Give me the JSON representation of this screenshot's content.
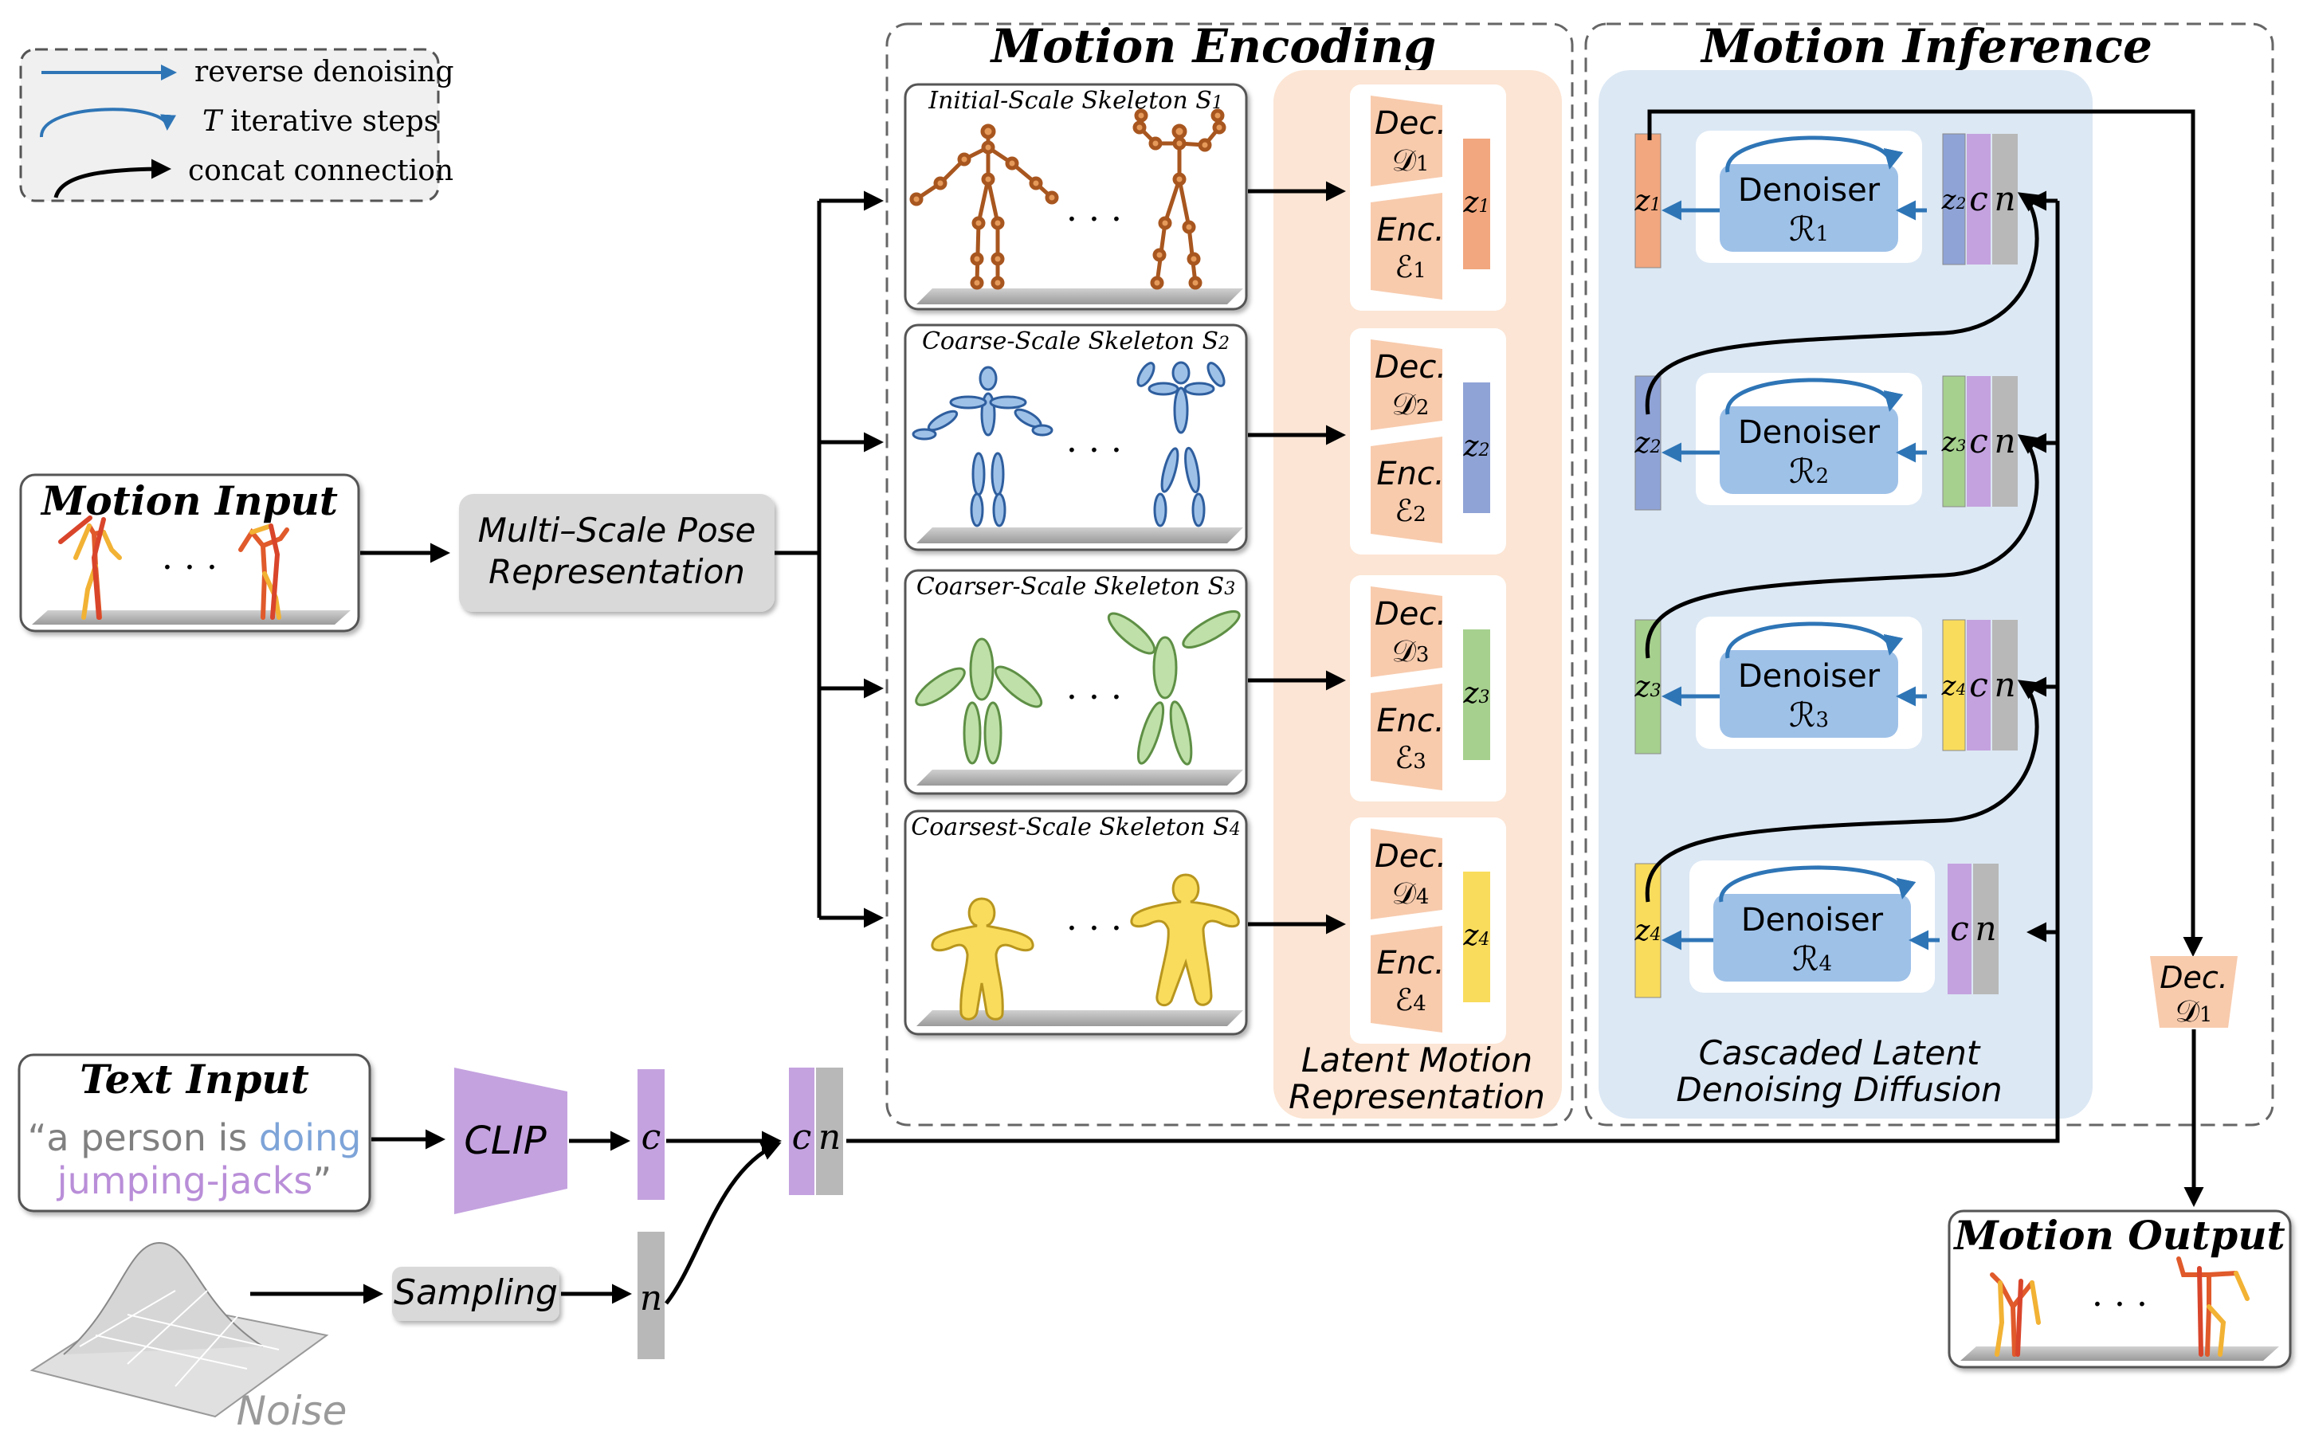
{
  "legend": {
    "reverse_denoising": "reverse denoising",
    "t_symbol": "T",
    "iterative_steps": " iterative steps",
    "concat_connection": "concat connection"
  },
  "motion_input": {
    "title": "Motion Input",
    "dots": "· · ·"
  },
  "multi_scale": {
    "line1": "Multi–Scale Pose",
    "line2": "Representation"
  },
  "motion_encoding": {
    "title": "Motion Encoding",
    "skeletons": [
      {
        "label": "Initial-Scale Skeleton",
        "symbol": "S",
        "sub": "1",
        "dots": "· · ·"
      },
      {
        "label": "Coarse-Scale Skeleton",
        "symbol": "S",
        "sub": "2",
        "dots": "· · ·"
      },
      {
        "label": "Coarser-Scale Skeleton",
        "symbol": "S",
        "sub": "3",
        "dots": "· · ·"
      },
      {
        "label": "Coarsest-Scale Skeleton",
        "symbol": "S",
        "sub": "4",
        "dots": "· · ·"
      }
    ],
    "codecs": [
      {
        "dec": "Dec.",
        "dec_sym": "𝒟",
        "enc": "Enc.",
        "enc_sym": "ℰ",
        "sub": "1",
        "z": "z",
        "color": "#F2A77E"
      },
      {
        "dec": "Dec.",
        "dec_sym": "𝒟",
        "enc": "Enc.",
        "enc_sym": "ℰ",
        "sub": "2",
        "z": "z",
        "color": "#8FA3D6"
      },
      {
        "dec": "Dec.",
        "dec_sym": "𝒟",
        "enc": "Enc.",
        "enc_sym": "ℰ",
        "sub": "3",
        "z": "z",
        "color": "#A6D08E"
      },
      {
        "dec": "Dec.",
        "dec_sym": "𝒟",
        "enc": "Enc.",
        "enc_sym": "ℰ",
        "sub": "4",
        "z": "z",
        "color": "#F9DC5C"
      }
    ],
    "latent_line1": "Latent Motion",
    "latent_line2": "Representation"
  },
  "motion_inference": {
    "title": "Motion Inference",
    "denoisers": [
      {
        "label": "Denoiser",
        "symbol": "ℛ",
        "sub": "1",
        "z_out": "z",
        "z_out_sub": "1",
        "z_in": "z",
        "z_in_sub": "2"
      },
      {
        "label": "Denoiser",
        "symbol": "ℛ",
        "sub": "2",
        "z_out": "z",
        "z_out_sub": "2",
        "z_in": "z",
        "z_in_sub": "3"
      },
      {
        "label": "Denoiser",
        "symbol": "ℛ",
        "sub": "3",
        "z_out": "z",
        "z_out_sub": "3",
        "z_in": "z",
        "z_in_sub": "4"
      },
      {
        "label": "Denoiser",
        "symbol": "ℛ",
        "sub": "4",
        "z_out": "z",
        "z_out_sub": "4",
        "z_in": "",
        "z_in_sub": ""
      }
    ],
    "c": "c",
    "n": "n",
    "cascade_line1": "Cascaded Latent",
    "cascade_line2": "Denoising Diffusion"
  },
  "dec_output": {
    "label": "Dec.",
    "symbol": "𝒟",
    "sub": "1"
  },
  "motion_output": {
    "title": "Motion Output",
    "dots": "· · ·"
  },
  "text_input": {
    "title": "Text Input",
    "quote_open": "“a person is ",
    "doing": "doing",
    "jumping": "jumping-jacks",
    "quote_close": "”"
  },
  "clip": {
    "label": "CLIP",
    "c": "c"
  },
  "concat": {
    "c": "c",
    "n": "n"
  },
  "sampling": {
    "label": "Sampling",
    "n": "n"
  },
  "noise": {
    "label": "Noise"
  },
  "colors": {
    "orange_skeleton": "#A8561F",
    "blue_skeleton": "#5E8EC8",
    "green_skeleton": "#A6D08E",
    "yellow_skeleton": "#F9DC5C",
    "peach_panel": "#FCE5D4",
    "blue_panel": "#DCE8F4",
    "denoiser_blue": "#9EC1E8",
    "purple": "#C4A2DF",
    "gray": "#B8B8B8",
    "arrow_blue": "#2E75B6"
  }
}
